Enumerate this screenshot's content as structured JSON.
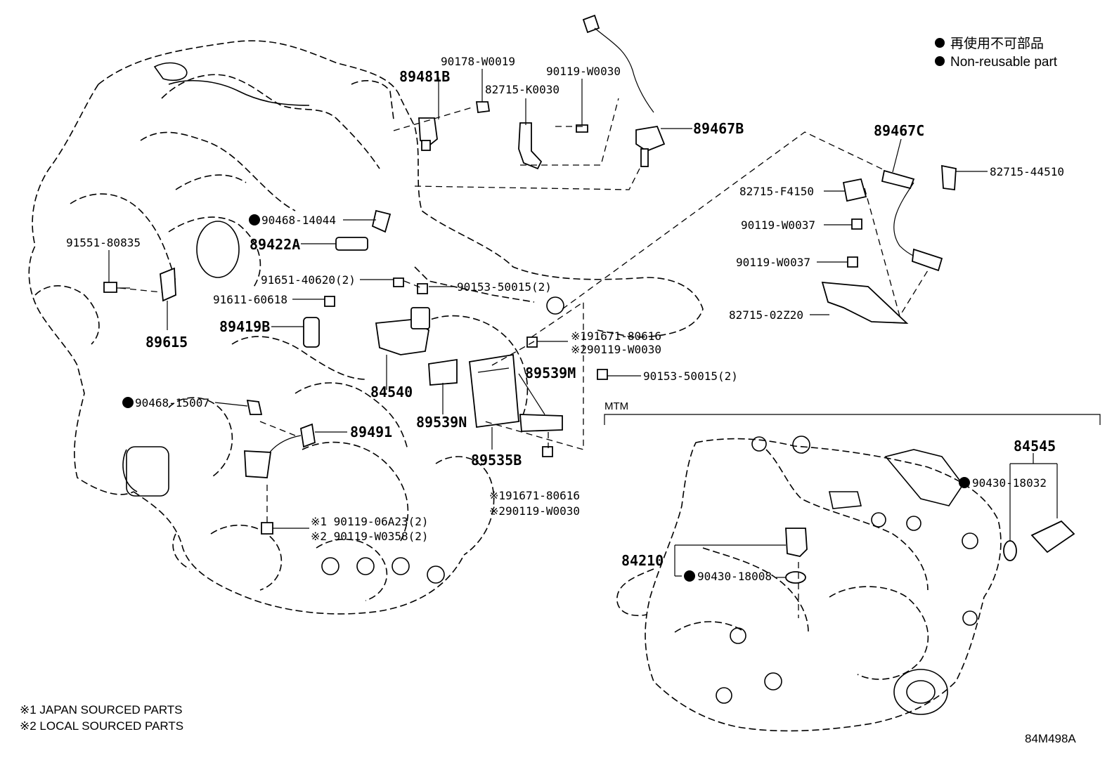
{
  "legend": {
    "jp": "再使用不可部品",
    "en": "Non-reusable part"
  },
  "section_label": "MTM",
  "footnotes": {
    "note1": "※1 JAPAN SOURCED PARTS",
    "note2": "※2 LOCAL SOURCED PARTS"
  },
  "illustration_code": "84M498A",
  "callouts": {
    "p89481B": "89481B",
    "p90178": "90178-W0019",
    "p82715K": "82715-K0030",
    "p90119W30": "90119-W0030",
    "p89467B": "89467B",
    "p89467C": "89467C",
    "p82715_44510": "82715-44510",
    "p82715F": "82715-F4150",
    "p90119W37a": "90119-W0037",
    "p90119W37b": "90119-W0037",
    "p82715Z": "82715-02Z20",
    "p90468_14044": "90468-14044",
    "p89422A": "89422A",
    "p91551": "91551-80835",
    "p91651": "91651-40620(2)",
    "p90153a": "90153-50015(2)",
    "p91611": "91611-60618",
    "p89419B": "89419B",
    "p89615": "89615",
    "n1_91671a": "※191671-80616",
    "n2_90119a": "※290119-W0030",
    "p89539M": "89539M",
    "p90153b": "90153-50015(2)",
    "p84540": "84540",
    "p90468_15007": "90468-15007",
    "p89491": "89491",
    "p89539N": "89539N",
    "p89535B": "89535B",
    "n1_91671b": "※191671-80616",
    "n2_90119b": "※290119-W0030",
    "n1_06A23": "※1 90119-06A23(2)",
    "n2_W0358": "※2 90119-W0358(2)",
    "p84545": "84545",
    "p90430_18032": "90430-18032",
    "p84210": "84210",
    "p90430_18008": "90430-18008"
  }
}
